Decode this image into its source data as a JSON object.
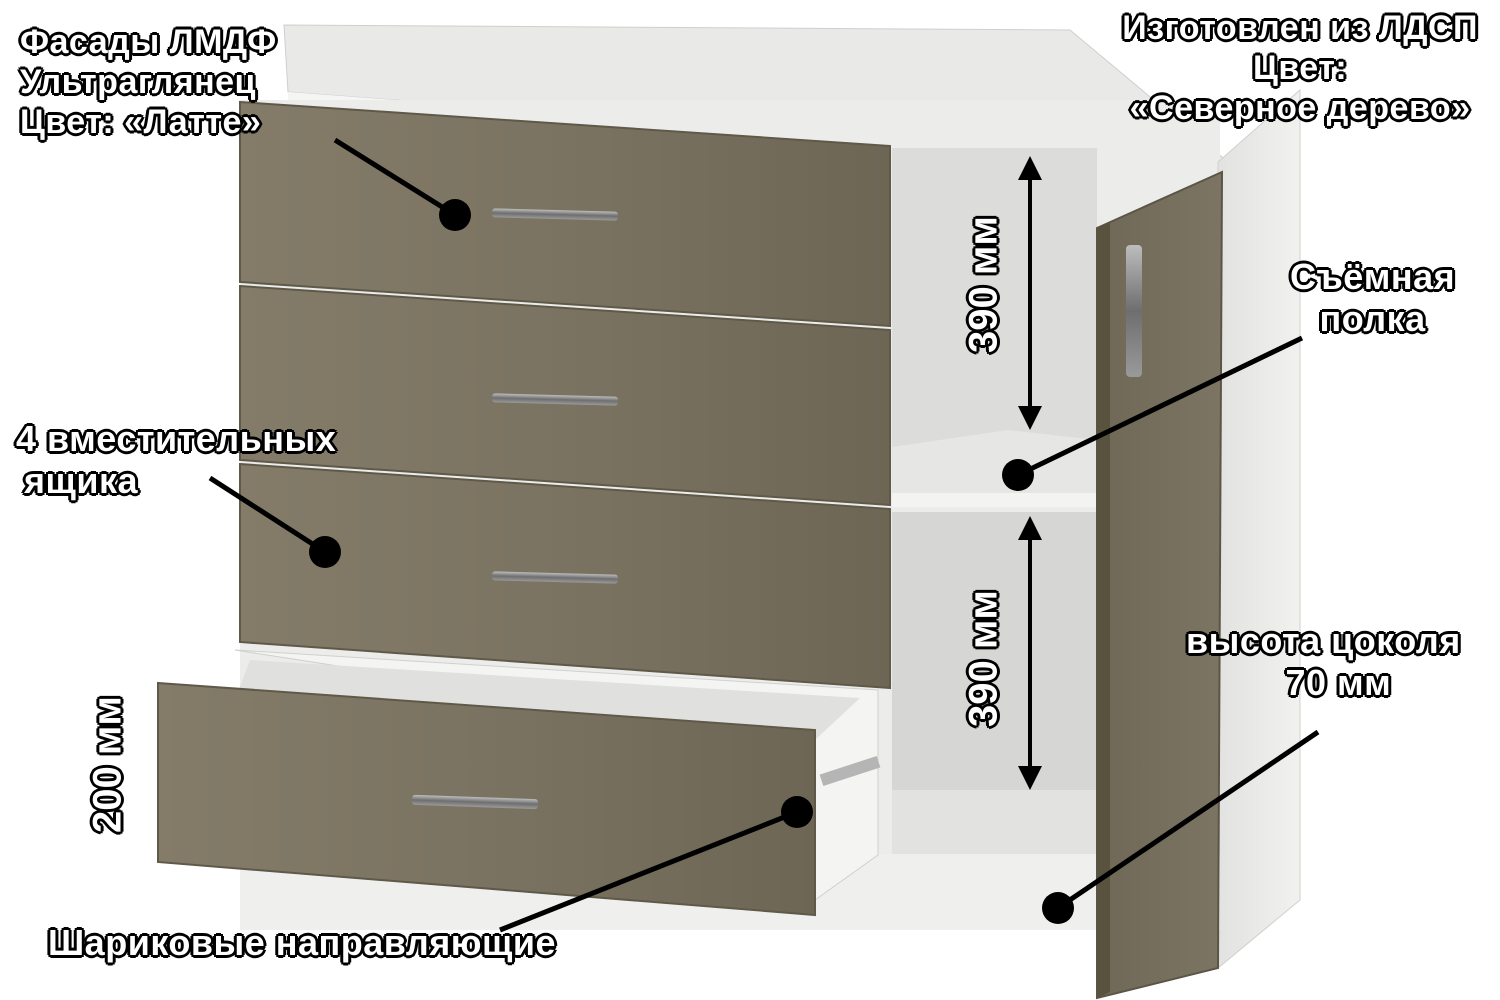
{
  "callouts": {
    "facades": [
      "Фасады ЛМДФ",
      "Ультраглянец",
      "Цвет:  «Латте»"
    ],
    "material": [
      "Изготовлен из ЛДСП",
      "Цвет:",
      "«Северное дерево»"
    ],
    "shelf": [
      "Съёмная",
      "полка"
    ],
    "drawers": [
      "4 вместительных",
      "ящика"
    ],
    "plinth": [
      "высота цоколя",
      "70 мм"
    ],
    "slides": "Шариковые направляющие"
  },
  "dimensions": {
    "upper_niche": "390 мм",
    "lower_niche": "390 мм",
    "drawer_height": "200 мм"
  },
  "colors": {
    "facade": "#7a7260",
    "body": "#e6e6e4",
    "interior": "#d8d8d6",
    "handle": "#8a8a8a",
    "marker": "#000000"
  }
}
